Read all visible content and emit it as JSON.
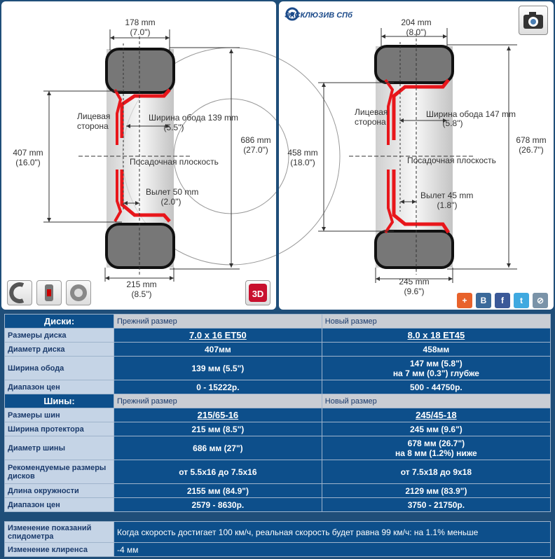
{
  "left_wheel": {
    "tire_width_mm": "178 mm",
    "tire_width_in": "(7.0\")",
    "rim_diameter_mm": "407 mm",
    "rim_diameter_in": "(16.0\")",
    "outer_diameter_mm": "686 mm",
    "outer_diameter_in": "(27.0\")",
    "face_label_1": "Лицевая",
    "face_label_2": "сторона",
    "rim_width_label": "Ширина обода 139 mm",
    "rim_width_in": "(5.5\")",
    "mount_plane_label": "Посадочная плоскость",
    "offset_label": "Вылет 50 mm",
    "offset_in": "(2.0\")",
    "section_width_mm": "215 mm",
    "section_width_in": "(8.5\")",
    "icons": [
      "wheel-profile-icon",
      "wheel-front-icon",
      "wheel-side-icon",
      "3d-view-icon"
    ]
  },
  "right_wheel": {
    "logo_text": "ЭКСКЛЮЗИВ СПб",
    "tire_width_mm": "204 mm",
    "tire_width_in": "(8.0\")",
    "rim_diameter_mm": "458 mm",
    "rim_diameter_in": "(18.0\")",
    "outer_diameter_mm": "678 mm",
    "outer_diameter_in": "(26.7\")",
    "face_label_1": "Лицевая",
    "face_label_2": "сторона",
    "rim_width_label": "Ширина обода 147 mm",
    "rim_width_in": "(5.8\")",
    "mount_plane_label": "Посадочная плоскость",
    "offset_label": "Вылет 45 mm",
    "offset_in": "(1.8\")",
    "section_width_mm": "245 mm",
    "section_width_in": "(9.6\")",
    "share_buttons": [
      {
        "name": "add-share-button",
        "glyph": "+",
        "color": "#e8622b"
      },
      {
        "name": "vk-share-button",
        "glyph": "B",
        "color": "#3b6a9a"
      },
      {
        "name": "facebook-share-button",
        "glyph": "f",
        "color": "#3b5998"
      },
      {
        "name": "twitter-share-button",
        "glyph": "t",
        "color": "#3fa9e0"
      },
      {
        "name": "link-share-button",
        "glyph": "⊘",
        "color": "#7a93a8"
      }
    ]
  },
  "discs": {
    "section_title": "Диски:",
    "head_old": "Прежний размер",
    "head_new": "Новый размер",
    "rows": [
      {
        "label": "Размеры диска",
        "old": "7.0 x 16 ET50",
        "new": "8.0 x 18 ET45",
        "link": true
      },
      {
        "label": "Диаметр диска",
        "old": "407мм",
        "new": "458мм"
      },
      {
        "label": "Ширина обода",
        "old": "139 мм (5.5\")",
        "new": "147 мм (5.8\")",
        "new2": "на 7 мм (0.3\") глубже"
      },
      {
        "label": "Диапазон цен",
        "old": "0 - 15222р.",
        "new": "500 - 44750р."
      }
    ]
  },
  "tires": {
    "section_title": "Шины:",
    "head_old": "Прежний размер",
    "head_new": "Новый размер",
    "rows": [
      {
        "label": "Размеры шин",
        "old": "215/65-16",
        "new": "245/45-18",
        "link": true
      },
      {
        "label": "Ширина протектора",
        "old": "215 мм (8.5\")",
        "new": "245 мм (9.6\")"
      },
      {
        "label": "Диаметр шины",
        "old": "686 мм (27\")",
        "new": "678 мм (26.7\")",
        "new2": "на 8 мм (1.2%) ниже"
      },
      {
        "label": "Рекомендуемые размеры дисков",
        "old": "от 5.5x16 до 7.5x16",
        "new": "от 7.5x18 до 9x18"
      },
      {
        "label": "Длина окружности",
        "old": "2155 мм (84.9\")",
        "new": "2129 мм (83.9\")"
      },
      {
        "label": "Диапазон цен",
        "old": "2579 - 8630р.",
        "new": "3750 - 21750р."
      }
    ]
  },
  "summary": {
    "speed_label": "Изменение показаний спидометра",
    "speed_value": "Когда скорость достигает 100 км/ч, реальная скорость будет равна 99 км/ч: на 1.1% меньше",
    "clearance_label": "Изменение клиренса",
    "clearance_value": "-4 мм"
  }
}
